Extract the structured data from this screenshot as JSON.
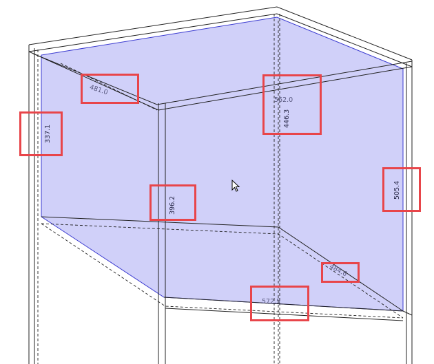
{
  "cad_view": {
    "selection_fill": "#b8b8f5",
    "highlight_color": "#e8454a",
    "dimensions": {
      "top_depth_left": "481.0",
      "left_height": "337.1",
      "top_width": "562.0",
      "top_depth_right": "446.3",
      "front_height": "396.2",
      "right_height": "505.4",
      "bottom_depth": "484.6",
      "bottom_width": "572.5"
    },
    "cursor": "arrow-cursor-icon"
  }
}
